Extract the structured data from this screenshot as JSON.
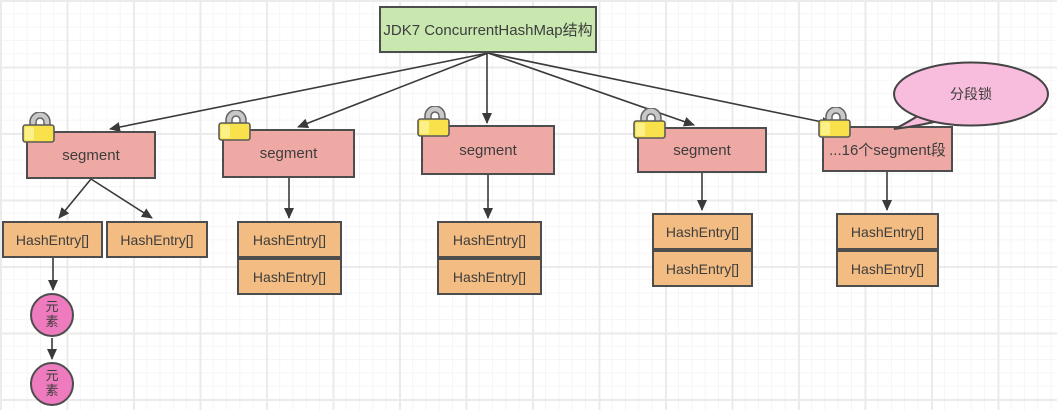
{
  "diagram": {
    "title": "JDK7 ConcurrentHashMap结构",
    "callout": "分段锁",
    "segments": [
      {
        "label": "segment"
      },
      {
        "label": "segment"
      },
      {
        "label": "segment"
      },
      {
        "label": "segment"
      },
      {
        "label": "...16个segment段"
      }
    ],
    "hash_entry_groups": [
      {
        "items": [
          "HashEntry[]",
          "HashEntry[]"
        ]
      },
      {
        "items": [
          "HashEntry[]",
          "HashEntry[]"
        ]
      },
      {
        "items": [
          "HashEntry[]",
          "HashEntry[]"
        ]
      },
      {
        "items": [
          "HashEntry[]",
          "HashEntry[]"
        ]
      },
      {
        "items": [
          "HashEntry[]",
          "HashEntry[]"
        ]
      }
    ],
    "element_nodes": [
      {
        "label": "元素"
      },
      {
        "label": "元素"
      }
    ],
    "colors": {
      "title_fill": "#c9e8b0",
      "segment_fill": "#efa9a4",
      "hash_entry_fill": "#f3bc82",
      "element_fill": "#ee7bbd",
      "callout_fill": "#f8bcdc",
      "lock_body": "#f8e14b",
      "lock_shackle": "#c8c8c8",
      "node_border": "#4d4d4d",
      "arrow": "#3a3a3a"
    }
  }
}
